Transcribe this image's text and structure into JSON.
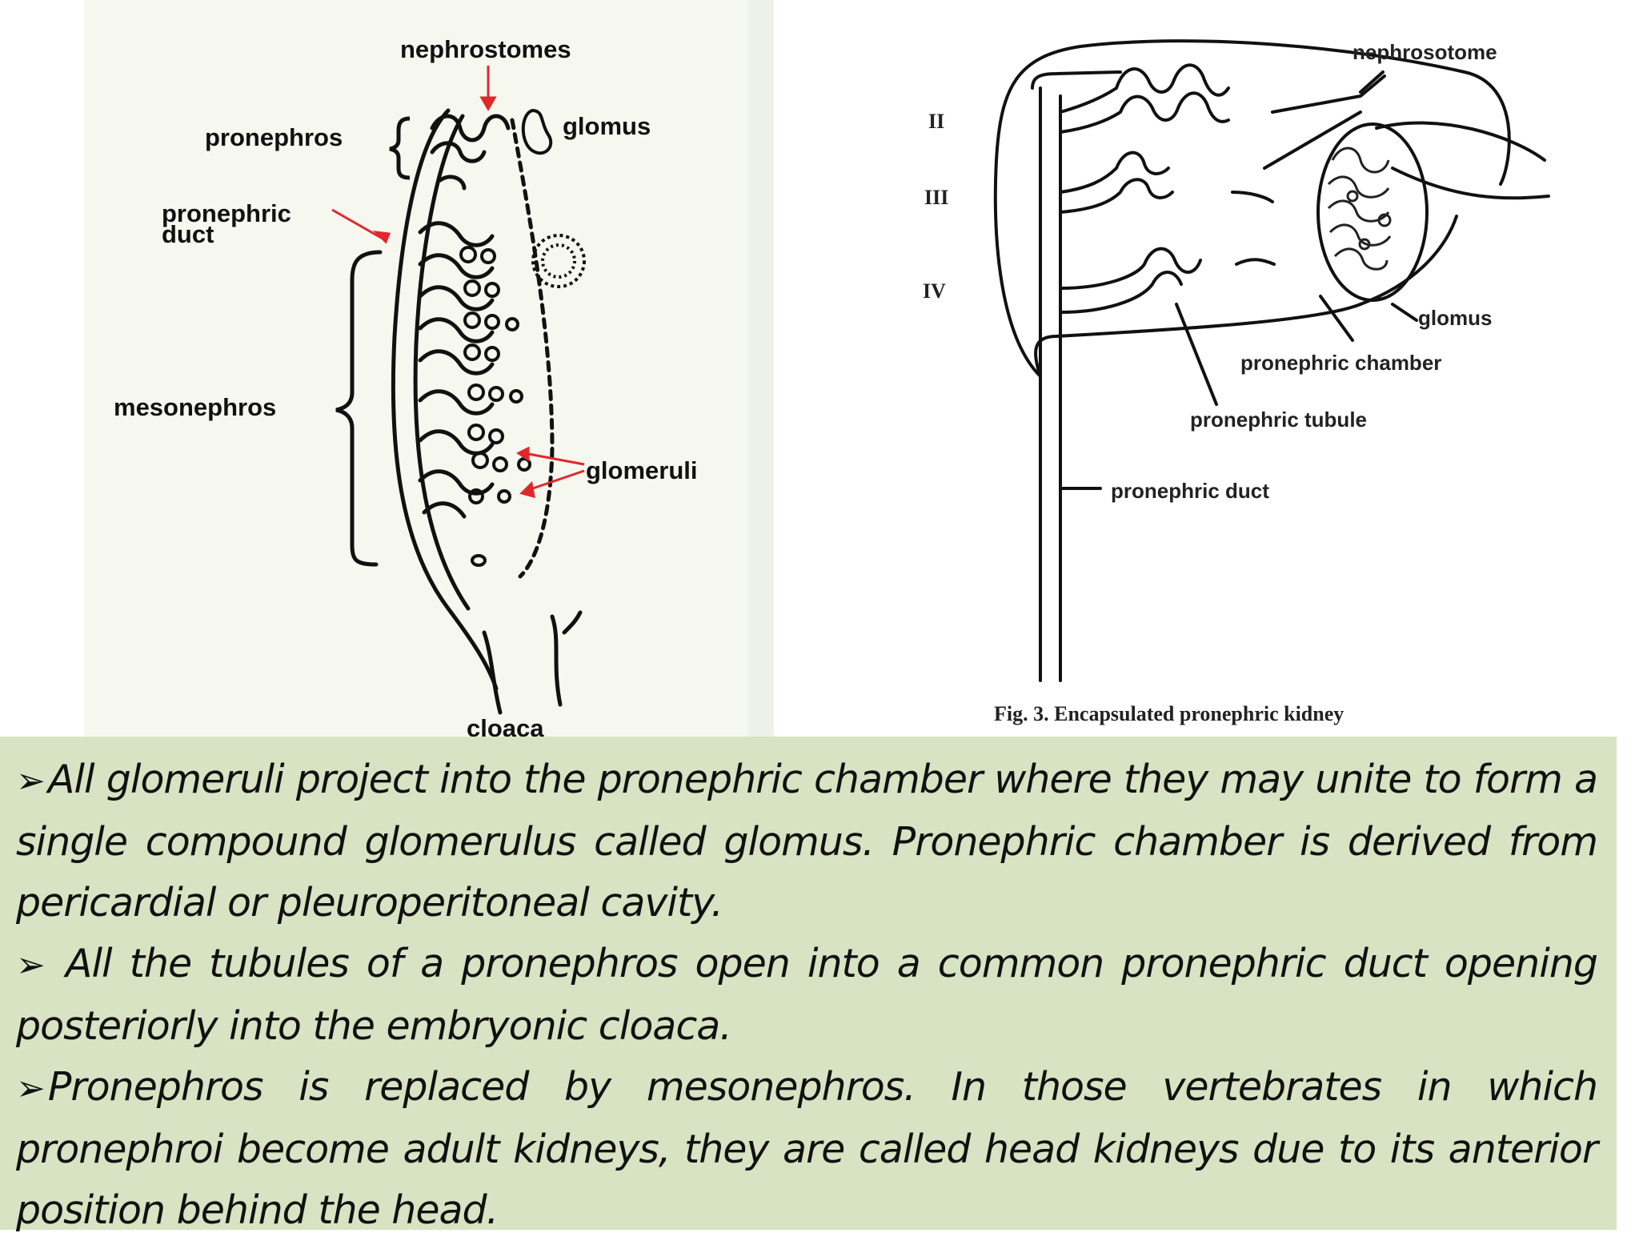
{
  "left_figure": {
    "labels": {
      "nephrostomes": "nephrostomes",
      "pronephros": "pronephros",
      "glomus": "glomus",
      "pronephric_duct_1": "pronephric",
      "pronephric_duct_2": "duct",
      "mesonephros": "mesonephros",
      "glomeruli": "glomeruli",
      "cloaca": "cloaca"
    },
    "arrow_color": "#e0282c"
  },
  "right_figure": {
    "labels": {
      "nephrosotome": "nephrosotome",
      "glomus": "glomus",
      "pronephric_chamber": "pronephric chamber",
      "pronephric_tubule": "pronephric tubule",
      "pronephric_duct": "pronephric duct"
    },
    "roman_numerals": [
      "II",
      "III",
      "IV"
    ],
    "caption": "Fig. 3. Encapsulated pronephric kidney"
  },
  "text_block": {
    "bullet_symbol": "➢",
    "paragraphs": [
      "All glomeruli project into the pronephric chamber where they may unite to form a single compound glomerulus called glomus. Pronephric chamber is derived from pericardial or pleuroperitoneal cavity.",
      "All the tubules of a pronephros open into a common pronephric duct opening posteriorly into the embryonic cloaca.",
      "Pronephros is replaced by mesonephros. In those vertebrates in which pronephroi become adult kidneys, they are called head kidneys due to its anterior position behind the head."
    ],
    "background": "#d8e3c3"
  }
}
